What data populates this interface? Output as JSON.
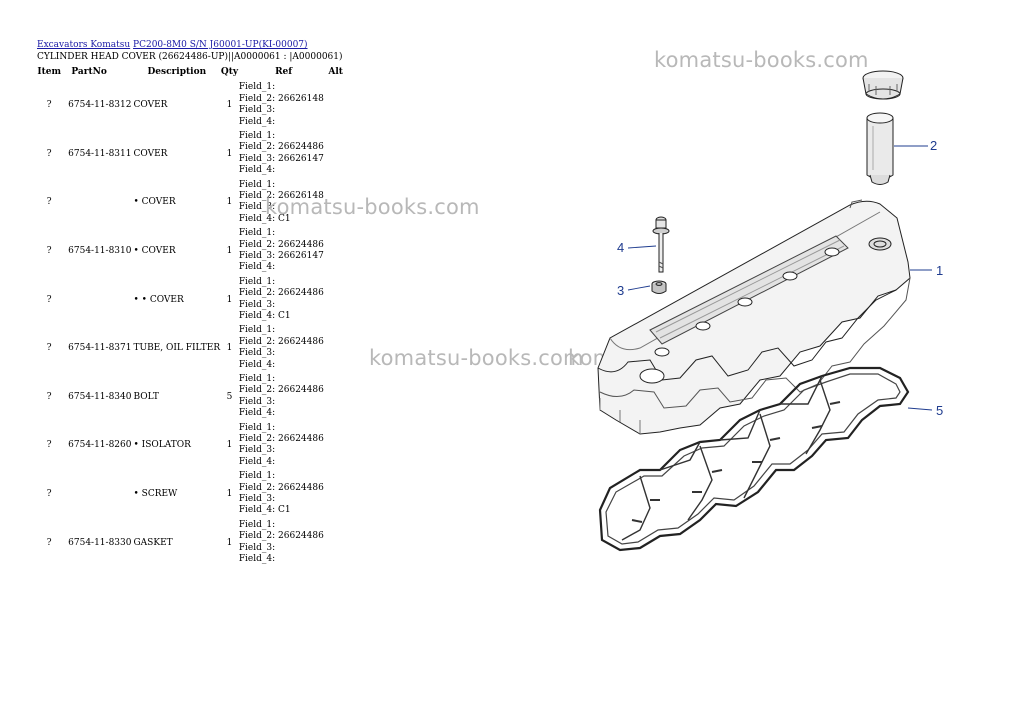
{
  "breadcrumb": {
    "link1": "Excavators Komatsu",
    "link2": "PC200-8M0 S/N J60001-UP(KI-00007)"
  },
  "subtitle": "CYLINDER HEAD COVER (26624486-UP)||A0000061 : |A0000061)",
  "table": {
    "headers": [
      "Item",
      "PartNo",
      "Description",
      "Qty",
      "Ref",
      "Alt"
    ],
    "rows": [
      {
        "item": "?",
        "partno": "6754-11-8312",
        "description": "COVER",
        "qty": "1",
        "fields": [
          "Field_1:",
          "Field_2: 26626148",
          "Field_3:",
          "Field_4:"
        ]
      },
      {
        "item": "?",
        "partno": "6754-11-8311",
        "description": "COVER",
        "qty": "1",
        "fields": [
          "Field_1:",
          "Field_2: 26624486",
          "Field_3: 26626147",
          "Field_4:"
        ]
      },
      {
        "item": "?",
        "partno": "",
        "description": "• COVER",
        "qty": "1",
        "fields": [
          "Field_1:",
          "Field_2: 26626148",
          "Field_3:",
          "Field_4: C1"
        ]
      },
      {
        "item": "?",
        "partno": "6754-11-8310",
        "description": "• COVER",
        "qty": "1",
        "fields": [
          "Field_1:",
          "Field_2: 26624486",
          "Field_3: 26626147",
          "Field_4:"
        ]
      },
      {
        "item": "?",
        "partno": "",
        "description": "• • COVER",
        "qty": "1",
        "fields": [
          "Field_1:",
          "Field_2: 26624486",
          "Field_3:",
          "Field_4: C1"
        ]
      },
      {
        "item": "?",
        "partno": "6754-11-8371",
        "description": "TUBE, OIL FILTER",
        "qty": "1",
        "fields": [
          "Field_1:",
          "Field_2: 26624486",
          "Field_3:",
          "Field_4:"
        ]
      },
      {
        "item": "?",
        "partno": "6754-11-8340",
        "description": "BOLT",
        "qty": "5",
        "fields": [
          "Field_1:",
          "Field_2: 26624486",
          "Field_3:",
          "Field_4:"
        ]
      },
      {
        "item": "?",
        "partno": "6754-11-8260",
        "description": "• ISOLATOR",
        "qty": "1",
        "fields": [
          "Field_1:",
          "Field_2: 26624486",
          "Field_3:",
          "Field_4:"
        ]
      },
      {
        "item": "?",
        "partno": "",
        "description": "• SCREW",
        "qty": "1",
        "fields": [
          "Field_1:",
          "Field_2: 26624486",
          "Field_3:",
          "Field_4: C1"
        ]
      },
      {
        "item": "?",
        "partno": "6754-11-8330",
        "description": "GASKET",
        "qty": "1",
        "fields": [
          "Field_1:",
          "Field_2: 26624486",
          "Field_3:",
          "Field_4:"
        ]
      }
    ]
  },
  "watermark": "komatsu-books.com",
  "diagram": {
    "callouts": [
      "1",
      "2",
      "3",
      "4",
      "5"
    ],
    "callout_color": "#1f3c8f"
  }
}
